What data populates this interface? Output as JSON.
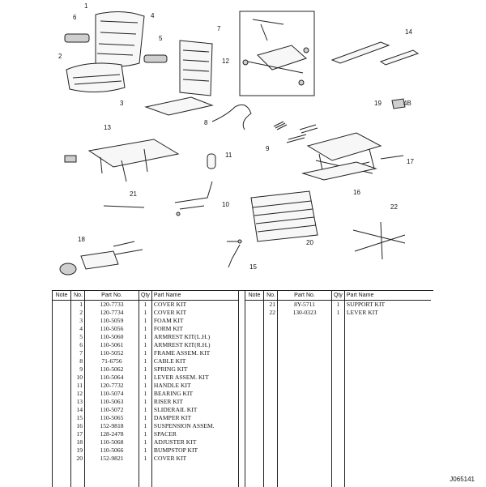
{
  "callouts": [
    "1",
    "2",
    "3",
    "4",
    "5",
    "6",
    "7",
    "8",
    "9",
    "10",
    "11",
    "12",
    "13",
    "14",
    "15",
    "16",
    "17",
    "18",
    "19",
    "20",
    "21",
    "22",
    "4B"
  ],
  "table": {
    "headers": {
      "note": "Note",
      "no": "No.",
      "part": "Part No.",
      "qty": "Qty",
      "name": "Part Name"
    },
    "left_rows": [
      {
        "no": "1",
        "part": "120-7733",
        "qty": "1",
        "name": "COVER KIT"
      },
      {
        "no": "2",
        "part": "120-7734",
        "qty": "1",
        "name": "COVER KIT"
      },
      {
        "no": "3",
        "part": "110-5059",
        "qty": "1",
        "name": "FOAM KIT"
      },
      {
        "no": "4",
        "part": "110-5056",
        "qty": "1",
        "name": "FORM KIT"
      },
      {
        "no": "5",
        "part": "110-5060",
        "qty": "1",
        "name": "ARMREST KIT(L.H.)"
      },
      {
        "no": "6",
        "part": "110-5061",
        "qty": "1",
        "name": "ARMREST KIT(R.H.)"
      },
      {
        "no": "7",
        "part": "110-5052",
        "qty": "1",
        "name": "FRAME ASSEM. KIT"
      },
      {
        "no": "8",
        "part": "71-6756",
        "qty": "1",
        "name": "CABLE KIT"
      },
      {
        "no": "9",
        "part": "110-5062",
        "qty": "1",
        "name": "SPRING KIT"
      },
      {
        "no": "10",
        "part": "110-5064",
        "qty": "1",
        "name": "LEVER ASSEM. KIT"
      },
      {
        "no": "11",
        "part": "120-7732",
        "qty": "1",
        "name": "HANDLE KIT"
      },
      {
        "no": "12",
        "part": "110-5074",
        "qty": "1",
        "name": "BEARING KIT"
      },
      {
        "no": "13",
        "part": "110-5063",
        "qty": "1",
        "name": "RISER KIT"
      },
      {
        "no": "14",
        "part": "110-5072",
        "qty": "1",
        "name": "SLIDERAIL KIT"
      },
      {
        "no": "15",
        "part": "110-5065",
        "qty": "1",
        "name": "DAMPER KIT"
      },
      {
        "no": "16",
        "part": "152-9818",
        "qty": "1",
        "name": "SUSPENSION ASSEM."
      },
      {
        "no": "17",
        "part": "128-2478",
        "qty": "1",
        "name": "SPACER"
      },
      {
        "no": "18",
        "part": "110-5068",
        "qty": "1",
        "name": "ADJUSTER KIT"
      },
      {
        "no": "19",
        "part": "110-5066",
        "qty": "1",
        "name": "BUMPSTOP KIT"
      },
      {
        "no": "20",
        "part": "152-9821",
        "qty": "1",
        "name": "COVER KIT"
      }
    ],
    "right_rows": [
      {
        "no": "21",
        "part": "8Y-5711",
        "qty": "1",
        "name": "SUPPORT KIT"
      },
      {
        "no": "22",
        "part": "130-0323",
        "qty": "1",
        "name": "LEVER KIT"
      }
    ]
  },
  "drawing_code": "J065141"
}
